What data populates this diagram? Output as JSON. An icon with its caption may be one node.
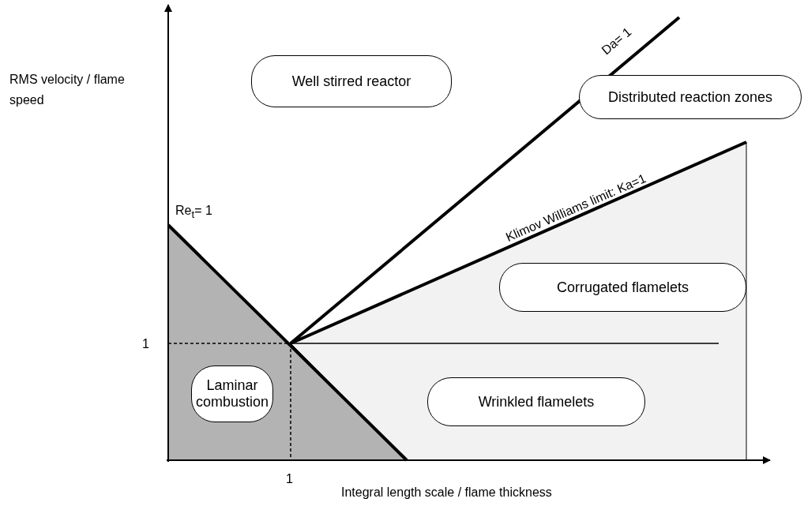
{
  "diagram": {
    "nodes": [
      {
        "text": [
          "Well stirred reactor"
        ]
      },
      {
        "text": [
          "Distributed reaction zones"
        ]
      },
      {
        "text": [
          "Corrugated flamelets"
        ]
      },
      {
        "text": [
          "Laminar combustion"
        ]
      },
      {
        "text": [
          "Wrinkled flamelets"
        ]
      }
    ],
    "labels": [
      "RMS velocity / flame speed",
      "Da= 1",
      "Klimov Williams limit: Ka=1",
      "Re$_{t}$= 1",
      "1",
      "1",
      "Integral length scale / flame thickness"
    ]
  }
}
